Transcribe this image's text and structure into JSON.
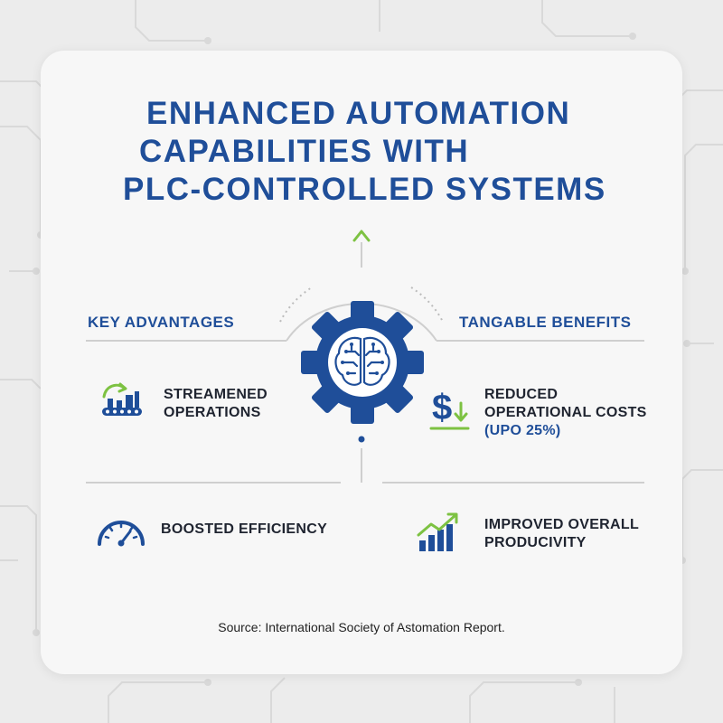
{
  "title": {
    "line1": "ENHANCED AUTOMATION",
    "line2": "CAPABILITIES WITH",
    "line3": "PLC-CONTROLLED SYSTEMS"
  },
  "sections": {
    "left_label": "KEY ADVANTAGES",
    "right_label": "TANGABLE BENEFITS"
  },
  "items": {
    "streamlined": {
      "line1": "STREAMENED",
      "line2": "OPERATIONS",
      "icon": "factory-conveyor-icon"
    },
    "costs": {
      "line1": "REDUCED",
      "line2": "OPERATIONAL COSTS",
      "line3": "(UPO 25%)",
      "icon": "dollar-down-icon"
    },
    "efficiency": {
      "line1": "BOOSTED EFFICIENCY",
      "icon": "speedometer-icon"
    },
    "productivity": {
      "line1": "IMPROVED OVERALL",
      "line2": "PRODUCIVITY",
      "icon": "growth-chart-icon"
    }
  },
  "center_icon": "gear-brain-icon",
  "source": "Source: International Society of Astomation Report.",
  "colors": {
    "primary": "#1f4e99",
    "accent": "#7dc242",
    "text": "#1f2430",
    "card": "#f7f7f7"
  }
}
